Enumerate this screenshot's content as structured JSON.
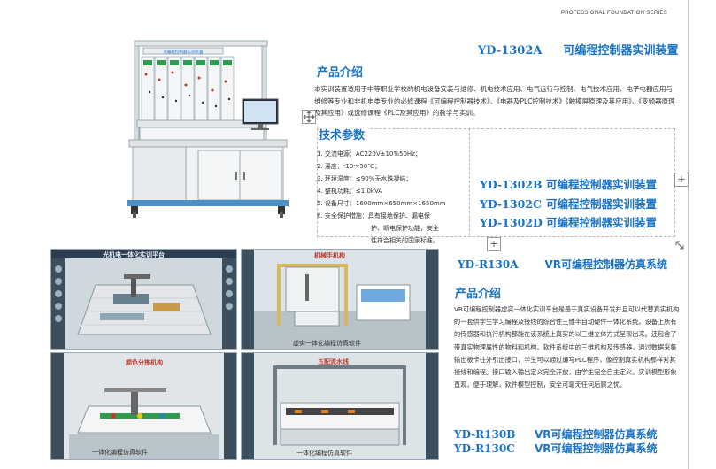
{
  "header": {
    "series": "PROFESSIONAL FOUNDATION SERIES"
  },
  "product1": {
    "model": "YD-1302A",
    "name": "可编程控制器实训装置",
    "panel_label": "可编程控制器实训装置",
    "intro_heading": "产品介绍",
    "intro_text": "本实训装置适用于中等职业学校的机电设备安装与维修、机电技术应用、电气运行与控制、电气技术应用、电子电器应用与维修等专业和非机电类专业的必修课程《可编程控制器技术》、《电器及PLC控制技术》《触摸屏原理及其应用》、《变频器原理及其应用》或选修课程《PLC及其应用》的教学与实训。",
    "spec_heading": "技术参数",
    "specs": [
      "1. 交流电源：AC220V±10%50Hz；",
      "2. 温度：-10～50℃；",
      "3. 环境湿度：≤90%无水珠凝结；",
      "4. 整机功耗：≤1.0kVA",
      "5. 设备尺寸：1600mm×650mm×1650mm",
      "6. 安全保护措施：具有接地保护、漏电保",
      "护、断电保护功能，安全",
      "性符合相关的国家标准。"
    ],
    "variants": [
      {
        "model": "YD-1302B",
        "name": "可编程控制器实训装置"
      },
      {
        "model": "YD-1302C",
        "name": "可编程控制器实训装置"
      },
      {
        "model": "YD-1302D",
        "name": "可编程控制器实训装置"
      }
    ]
  },
  "ui": {
    "plus": "+"
  },
  "product2": {
    "model": "YD-R130A",
    "name": "VR可编程控制器仿真系统",
    "intro_heading": "产品介绍",
    "intro_text": "VR可编程控制器虚实一体化实训平台是基于真实设备开发并且可以代替真实机构的一套供学生学习编程及接线的综合性三维半自动硬件一体化系统。设备上所有的传感器和执行机构都能在该系统上真实的以三维立体方式呈现出来。还包含了带真实物理属性的物料和机构。软件系统中的三维机构及传感器，通过数据采集输出板卡往外引出接口，学生可以通过编写PLC程序，像控制真实机构那样对其接线和编程。接口输入输出定义完全开放，由学生完全自主定义。实训模型形象直观，便于理解，软件模型控制，安全可靠无任何后顾之忧。",
    "shots": [
      {
        "title": "光机电一体化实训平台"
      },
      {
        "title": "机械手机构",
        "caption": "虚实一体化编程仿真软件"
      },
      {
        "title": "颜色分拣机构",
        "caption": "一体化编程仿真软件"
      },
      {
        "title": "五配流水线",
        "caption": "一体化编程仿真软件"
      }
    ],
    "variants": [
      {
        "model": "YD-R130B",
        "name": "VR可编程控制器仿真系统"
      },
      {
        "model": "YD-R130C",
        "name": "VR可编程控制器仿真系统"
      }
    ]
  },
  "colors": {
    "accent": "#1a73c7",
    "label_red": "#c0392b"
  }
}
